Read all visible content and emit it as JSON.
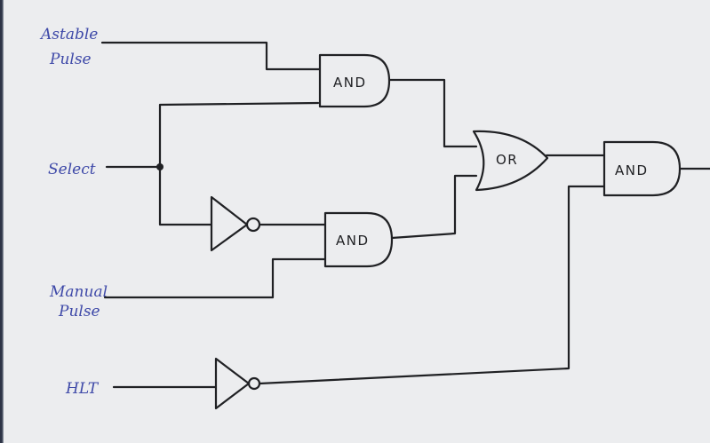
{
  "inputs": {
    "astable": [
      "Astable",
      "Pulse"
    ],
    "select": "Select",
    "manual": [
      "Manual",
      "Pulse"
    ],
    "hlt": "HLT"
  },
  "gates": {
    "and1": "AND",
    "and2": "AND",
    "or1": "OR",
    "and3": "AND"
  },
  "colors": {
    "ink": "#202124",
    "label_ink": "#3e49a8",
    "paper": "#ecedef"
  }
}
